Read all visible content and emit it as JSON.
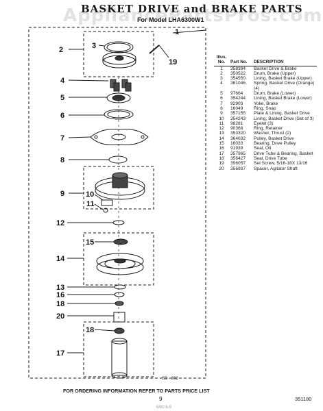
{
  "header": {
    "title": "BASKET DRIVE and BRAKE PARTS",
    "subtitle": "For Model LHA6300W1",
    "watermark": "AppliancePartsPros.com"
  },
  "diagram": {
    "callouts": [
      "1",
      "2",
      "3",
      "19",
      "4",
      "5",
      "6",
      "7",
      "8",
      "9",
      "10",
      "11",
      "12",
      "15",
      "14",
      "13",
      "16",
      "18",
      "20",
      "18",
      "17"
    ],
    "drawing_code": "SD - 302"
  },
  "parts_table": {
    "headers": [
      "Illus. No.",
      "Part No.",
      "DESCRIPTION"
    ],
    "rows": [
      {
        "illus": "1",
        "part": "358384",
        "desc": "Basket Drive & Brake"
      },
      {
        "illus": "2",
        "part": "350522",
        "desc": "Drum, Brake (Upper)"
      },
      {
        "illus": "3",
        "part": "354550",
        "desc": "Lining, Basket Brake (Upper)"
      },
      {
        "illus": "4",
        "part": "381046",
        "desc": "Spring, Basket Drive (Orange) (4)"
      },
      {
        "illus": "5",
        "part": "97664",
        "desc": "Drum, Brake (Lower)"
      },
      {
        "illus": "6",
        "part": "354244",
        "desc": "Lining, Basket Brake (Lower)"
      },
      {
        "illus": "7",
        "part": "92903",
        "desc": "Yoke, Brake"
      },
      {
        "illus": "8",
        "part": "16049",
        "desc": "Ring, Snap"
      },
      {
        "illus": "9",
        "part": "357155",
        "desc": "Plate & Lining, Basket Drive"
      },
      {
        "illus": "10",
        "part": "354243",
        "desc": "Lining, Basket Drive (Set of 3)"
      },
      {
        "illus": "11",
        "part": "98281",
        "desc": "Eyelet (3)"
      },
      {
        "illus": "12",
        "part": "90368",
        "desc": "Ring, Retainer"
      },
      {
        "illus": "13",
        "part": "353320",
        "desc": "Washer, Thrust (2)"
      },
      {
        "illus": "14",
        "part": "364032",
        "desc": "Pulley, Basket Drive"
      },
      {
        "illus": "15",
        "part": "16033",
        "desc": "Bearing, Drive Pulley"
      },
      {
        "illus": "16",
        "part": "91939",
        "desc": "Seal, Oil"
      },
      {
        "illus": "17",
        "part": "357965",
        "desc": "Drive Tube & Bearing, Basket"
      },
      {
        "illus": "18",
        "part": "356427",
        "desc": "Seal, Drive Tube"
      },
      {
        "illus": "19",
        "part": "356057",
        "desc": "Set Screw, 5/16-18X 13/16"
      },
      {
        "illus": "20",
        "part": "356937",
        "desc": "Spacer, Agitator Shaft"
      }
    ]
  },
  "footer": {
    "note": "FOR ORDERING INFORMATION REFER TO PARTS PRICE LIST",
    "page": "9",
    "code": "351180",
    "faint": "6/80 6-9"
  }
}
